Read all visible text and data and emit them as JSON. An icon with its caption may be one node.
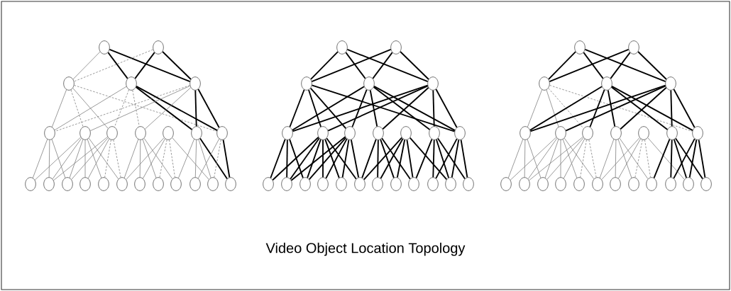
{
  "diagram": {
    "caption": "Video Object Location Topology",
    "nodes": [
      {
        "text": [],
        "shape": "circle"
      },
      {
        "text": [],
        "shape": "circle"
      },
      {
        "text": [],
        "shape": "circle"
      },
      {
        "text": [],
        "shape": "circle"
      },
      {
        "text": [],
        "shape": "circle"
      },
      {
        "text": [],
        "shape": "circle"
      },
      {
        "text": [],
        "shape": "circle"
      },
      {
        "text": [],
        "shape": "circle"
      },
      {
        "text": [],
        "shape": "circle"
      },
      {
        "text": [],
        "shape": "circle"
      },
      {
        "text": [],
        "shape": "circle"
      },
      {
        "text": [],
        "shape": "circle"
      },
      {
        "text": [],
        "shape": "circle"
      },
      {
        "text": [],
        "shape": "circle"
      },
      {
        "text": [],
        "shape": "circle"
      },
      {
        "text": [],
        "shape": "circle"
      },
      {
        "text": [],
        "shape": "circle"
      },
      {
        "text": [],
        "shape": "circle"
      },
      {
        "text": [],
        "shape": "circle"
      },
      {
        "text": [],
        "shape": "circle"
      },
      {
        "text": [],
        "shape": "circle"
      },
      {
        "text": [],
        "shape": "circle"
      },
      {
        "text": [],
        "shape": "circle"
      },
      {
        "text": [],
        "shape": "circle"
      },
      {
        "text": [],
        "shape": "circle"
      },
      {
        "text": [],
        "shape": "circle"
      },
      {
        "text": [],
        "shape": "circle"
      },
      {
        "text": [],
        "shape": "circle"
      },
      {
        "text": [],
        "shape": "circle"
      },
      {
        "text": [],
        "shape": "circle"
      },
      {
        "text": [],
        "shape": "circle"
      },
      {
        "text": [],
        "shape": "circle"
      },
      {
        "text": [],
        "shape": "circle"
      },
      {
        "text": [],
        "shape": "circle"
      },
      {
        "text": [],
        "shape": "circle"
      },
      {
        "text": [],
        "shape": "circle"
      },
      {
        "text": [],
        "shape": "circle"
      },
      {
        "text": [],
        "shape": "circle"
      },
      {
        "text": [],
        "shape": "circle"
      },
      {
        "text": [],
        "shape": "circle"
      },
      {
        "text": [],
        "shape": "circle"
      },
      {
        "text": [],
        "shape": "circle"
      },
      {
        "text": [],
        "shape": "circle"
      },
      {
        "text": [],
        "shape": "circle"
      },
      {
        "text": [],
        "shape": "circle"
      },
      {
        "text": [],
        "shape": "circle"
      },
      {
        "text": [],
        "shape": "circle"
      },
      {
        "text": [],
        "shape": "circle"
      },
      {
        "text": [],
        "shape": "circle"
      },
      {
        "text": [],
        "shape": "circle"
      },
      {
        "text": [],
        "shape": "circle"
      },
      {
        "text": [],
        "shape": "circle"
      },
      {
        "text": [],
        "shape": "circle"
      },
      {
        "text": [],
        "shape": "circle"
      },
      {
        "text": [],
        "shape": "circle"
      },
      {
        "text": [],
        "shape": "circle"
      },
      {
        "text": [],
        "shape": "circle"
      },
      {
        "text": [],
        "shape": "circle"
      },
      {
        "text": [],
        "shape": "circle"
      },
      {
        "text": [],
        "shape": "circle"
      },
      {
        "text": [],
        "shape": "circle"
      },
      {
        "text": [],
        "shape": "circle"
      },
      {
        "text": [],
        "shape": "circle"
      },
      {
        "text": [],
        "shape": "circle"
      },
      {
        "text": [],
        "shape": "circle"
      },
      {
        "text": [],
        "shape": "circle"
      },
      {
        "text": [],
        "shape": "circle"
      },
      {
        "text": [],
        "shape": "circle"
      },
      {
        "text": [],
        "shape": "circle"
      },
      {
        "text": [],
        "shape": "circle"
      },
      {
        "text": [],
        "shape": "circle"
      },
      {
        "text": [],
        "shape": "circle"
      }
    ],
    "edges": [
      {
        "from": 0,
        "to": 2,
        "arrow": "none",
        "color": "#808080"
      },
      {
        "from": 0,
        "to": 3,
        "arrow": "none"
      },
      {
        "from": 0,
        "to": 4,
        "arrow": "none"
      },
      {
        "from": 1,
        "to": 2,
        "arrow": "none",
        "style": "dashed",
        "color": "#808080"
      },
      {
        "from": 1,
        "to": 3,
        "arrow": "none"
      },
      {
        "from": 1,
        "to": 4,
        "arrow": "none"
      },
      {
        "from": 2,
        "to": 5,
        "arrow": "none",
        "color": "#808080"
      },
      {
        "from": 2,
        "to": 6,
        "arrow": "none",
        "style": "dashed",
        "color": "#808080"
      },
      {
        "from": 2,
        "to": 7,
        "arrow": "none",
        "color": "#808080"
      },
      {
        "from": 2,
        "to": 11,
        "arrow": "none",
        "style": "dashed",
        "color": "#808080"
      },
      {
        "from": 3,
        "to": 5,
        "arrow": "none",
        "color": "#808080"
      },
      {
        "from": 3,
        "to": 7,
        "arrow": "none",
        "style": "dashed",
        "color": "#808080"
      },
      {
        "from": 3,
        "to": 8,
        "arrow": "none",
        "style": "dashed",
        "color": "#808080"
      },
      {
        "from": 3,
        "to": 10,
        "arrow": "none"
      },
      {
        "from": 3,
        "to": 11,
        "arrow": "none"
      },
      {
        "from": 4,
        "to": 5,
        "arrow": "none",
        "style": "dashed",
        "color": "#808080"
      },
      {
        "from": 4,
        "to": 6,
        "arrow": "none",
        "color": "#808080"
      },
      {
        "from": 4,
        "to": 8,
        "arrow": "none",
        "color": "#808080"
      },
      {
        "from": 4,
        "to": 10,
        "arrow": "none"
      },
      {
        "from": 4,
        "to": 11,
        "arrow": "none"
      },
      {
        "from": 5,
        "to": 12,
        "arrow": "none",
        "color": "#808080"
      },
      {
        "from": 5,
        "to": 13,
        "arrow": "none",
        "color": "#808080"
      },
      {
        "from": 5,
        "to": 14,
        "arrow": "none",
        "color": "#808080"
      },
      {
        "from": 6,
        "to": 12,
        "arrow": "none",
        "color": "#808080"
      },
      {
        "from": 6,
        "to": 13,
        "arrow": "none",
        "color": "#808080"
      },
      {
        "from": 6,
        "to": 14,
        "arrow": "none",
        "color": "#808080"
      },
      {
        "from": 6,
        "to": 15,
        "arrow": "none",
        "color": "#808080"
      },
      {
        "from": 6,
        "to": 16,
        "arrow": "none",
        "color": "#808080"
      },
      {
        "from": 6,
        "to": 17,
        "arrow": "none",
        "color": "#808080"
      },
      {
        "from": 7,
        "to": 13,
        "arrow": "none",
        "color": "#808080"
      },
      {
        "from": 7,
        "to": 14,
        "arrow": "none",
        "color": "#808080"
      },
      {
        "from": 7,
        "to": 15,
        "arrow": "none",
        "color": "#808080"
      },
      {
        "from": 7,
        "to": 16,
        "arrow": "none",
        "style": "dashed",
        "color": "#808080"
      },
      {
        "from": 7,
        "to": 17,
        "arrow": "none",
        "style": "dashed",
        "color": "#808080"
      },
      {
        "from": 8,
        "to": 17,
        "arrow": "none",
        "color": "#808080"
      },
      {
        "from": 8,
        "to": 18,
        "arrow": "none",
        "color": "#808080"
      },
      {
        "from": 8,
        "to": 19,
        "arrow": "none",
        "color": "#808080"
      },
      {
        "from": 8,
        "to": 20,
        "arrow": "none",
        "color": "#808080"
      },
      {
        "from": 9,
        "to": 17,
        "arrow": "none",
        "color": "#808080"
      },
      {
        "from": 9,
        "to": 18,
        "arrow": "none",
        "color": "#808080"
      },
      {
        "from": 9,
        "to": 19,
        "arrow": "none",
        "style": "dashed",
        "color": "#808080"
      },
      {
        "from": 9,
        "to": 20,
        "arrow": "none",
        "style": "dashed",
        "color": "#808080"
      },
      {
        "from": 9,
        "to": 22,
        "arrow": "none",
        "color": "#808080"
      },
      {
        "from": 10,
        "to": 20,
        "arrow": "none",
        "color": "#808080"
      },
      {
        "from": 10,
        "to": 21,
        "arrow": "none",
        "color": "#808080"
      },
      {
        "from": 10,
        "to": 22,
        "arrow": "none",
        "color": "#808080"
      },
      {
        "from": 10,
        "to": 23,
        "arrow": "none"
      },
      {
        "from": 11,
        "to": 21,
        "arrow": "none",
        "color": "#808080"
      },
      {
        "from": 11,
        "to": 22,
        "arrow": "none",
        "style": "dashed",
        "color": "#808080"
      },
      {
        "from": 11,
        "to": 23,
        "arrow": "none"
      },
      {
        "from": 24,
        "to": 26,
        "arrow": "none"
      },
      {
        "from": 24,
        "to": 27,
        "arrow": "none"
      },
      {
        "from": 24,
        "to": 28,
        "arrow": "none"
      },
      {
        "from": 25,
        "to": 26,
        "arrow": "none"
      },
      {
        "from": 25,
        "to": 27,
        "arrow": "none"
      },
      {
        "from": 25,
        "to": 28,
        "arrow": "none"
      },
      {
        "from": 26,
        "to": 29,
        "arrow": "none"
      },
      {
        "from": 26,
        "to": 30,
        "arrow": "none"
      },
      {
        "from": 26,
        "to": 31,
        "arrow": "none"
      },
      {
        "from": 26,
        "to": 35,
        "arrow": "none"
      },
      {
        "from": 27,
        "to": 29,
        "arrow": "none"
      },
      {
        "from": 27,
        "to": 31,
        "arrow": "none"
      },
      {
        "from": 27,
        "to": 32,
        "arrow": "none"
      },
      {
        "from": 27,
        "to": 34,
        "arrow": "none"
      },
      {
        "from": 27,
        "to": 35,
        "arrow": "none"
      },
      {
        "from": 28,
        "to": 29,
        "arrow": "none"
      },
      {
        "from": 28,
        "to": 30,
        "arrow": "none"
      },
      {
        "from": 28,
        "to": 32,
        "arrow": "none"
      },
      {
        "from": 28,
        "to": 34,
        "arrow": "none"
      },
      {
        "from": 28,
        "to": 35,
        "arrow": "none"
      },
      {
        "from": 29,
        "to": 36,
        "arrow": "none"
      },
      {
        "from": 29,
        "to": 37,
        "arrow": "none"
      },
      {
        "from": 29,
        "to": 38,
        "arrow": "none"
      },
      {
        "from": 30,
        "to": 36,
        "arrow": "none"
      },
      {
        "from": 30,
        "to": 37,
        "arrow": "none"
      },
      {
        "from": 30,
        "to": 38,
        "arrow": "none"
      },
      {
        "from": 30,
        "to": 39,
        "arrow": "none"
      },
      {
        "from": 30,
        "to": 40,
        "arrow": "none"
      },
      {
        "from": 30,
        "to": 41,
        "arrow": "none"
      },
      {
        "from": 31,
        "to": 37,
        "arrow": "none"
      },
      {
        "from": 31,
        "to": 38,
        "arrow": "none"
      },
      {
        "from": 31,
        "to": 39,
        "arrow": "none"
      },
      {
        "from": 31,
        "to": 40,
        "arrow": "none"
      },
      {
        "from": 31,
        "to": 41,
        "arrow": "none"
      },
      {
        "from": 32,
        "to": 41,
        "arrow": "none"
      },
      {
        "from": 32,
        "to": 42,
        "arrow": "none"
      },
      {
        "from": 32,
        "to": 43,
        "arrow": "none"
      },
      {
        "from": 32,
        "to": 44,
        "arrow": "none"
      },
      {
        "from": 33,
        "to": 41,
        "arrow": "none"
      },
      {
        "from": 33,
        "to": 42,
        "arrow": "none"
      },
      {
        "from": 33,
        "to": 43,
        "arrow": "none"
      },
      {
        "from": 33,
        "to": 44,
        "arrow": "none"
      },
      {
        "from": 33,
        "to": 46,
        "arrow": "none"
      },
      {
        "from": 34,
        "to": 44,
        "arrow": "none"
      },
      {
        "from": 34,
        "to": 45,
        "arrow": "none"
      },
      {
        "from": 34,
        "to": 46,
        "arrow": "none"
      },
      {
        "from": 34,
        "to": 47,
        "arrow": "none"
      },
      {
        "from": 35,
        "to": 45,
        "arrow": "none"
      },
      {
        "from": 35,
        "to": 46,
        "arrow": "none"
      },
      {
        "from": 35,
        "to": 47,
        "arrow": "none"
      },
      {
        "from": 48,
        "to": 50,
        "arrow": "none"
      },
      {
        "from": 48,
        "to": 51,
        "arrow": "none"
      },
      {
        "from": 48,
        "to": 52,
        "arrow": "none"
      },
      {
        "from": 49,
        "to": 50,
        "arrow": "none"
      },
      {
        "from": 49,
        "to": 51,
        "arrow": "none"
      },
      {
        "from": 49,
        "to": 52,
        "arrow": "none"
      },
      {
        "from": 50,
        "to": 53,
        "arrow": "none",
        "color": "#808080"
      },
      {
        "from": 50,
        "to": 54,
        "arrow": "none",
        "color": "#808080"
      },
      {
        "from": 50,
        "to": 55,
        "arrow": "none",
        "style": "dashed",
        "color": "#808080"
      },
      {
        "from": 50,
        "to": 59,
        "arrow": "none",
        "style": "dashed",
        "color": "#808080"
      },
      {
        "from": 51,
        "to": 53,
        "arrow": "none"
      },
      {
        "from": 51,
        "to": 55,
        "arrow": "none"
      },
      {
        "from": 51,
        "to": 56,
        "arrow": "none"
      },
      {
        "from": 51,
        "to": 58,
        "arrow": "none"
      },
      {
        "from": 51,
        "to": 59,
        "arrow": "none"
      },
      {
        "from": 52,
        "to": 53,
        "arrow": "none"
      },
      {
        "from": 52,
        "to": 54,
        "arrow": "none"
      },
      {
        "from": 52,
        "to": 56,
        "arrow": "none"
      },
      {
        "from": 52,
        "to": 58,
        "arrow": "none"
      },
      {
        "from": 52,
        "to": 59,
        "arrow": "none"
      },
      {
        "from": 53,
        "to": 60,
        "arrow": "none",
        "color": "#808080"
      },
      {
        "from": 53,
        "to": 61,
        "arrow": "none",
        "color": "#808080"
      },
      {
        "from": 53,
        "to": 62,
        "arrow": "none",
        "color": "#808080"
      },
      {
        "from": 54,
        "to": 60,
        "arrow": "none",
        "color": "#808080"
      },
      {
        "from": 54,
        "to": 61,
        "arrow": "none",
        "color": "#808080"
      },
      {
        "from": 54,
        "to": 62,
        "arrow": "none",
        "color": "#808080"
      },
      {
        "from": 54,
        "to": 63,
        "arrow": "none",
        "color": "#808080"
      },
      {
        "from": 54,
        "to": 64,
        "arrow": "none",
        "color": "#808080"
      },
      {
        "from": 54,
        "to": 65,
        "arrow": "none",
        "color": "#808080"
      },
      {
        "from": 55,
        "to": 61,
        "arrow": "none",
        "color": "#808080"
      },
      {
        "from": 55,
        "to": 62,
        "arrow": "none",
        "color": "#808080"
      },
      {
        "from": 55,
        "to": 63,
        "arrow": "none",
        "color": "#808080"
      },
      {
        "from": 55,
        "to": 64,
        "arrow": "none",
        "style": "dashed",
        "color": "#808080"
      },
      {
        "from": 55,
        "to": 65,
        "arrow": "none",
        "style": "dashed",
        "color": "#808080"
      },
      {
        "from": 56,
        "to": 65,
        "arrow": "none",
        "color": "#808080"
      },
      {
        "from": 56,
        "to": 66,
        "arrow": "none",
        "color": "#808080"
      },
      {
        "from": 56,
        "to": 67,
        "arrow": "none",
        "color": "#808080"
      },
      {
        "from": 56,
        "to": 68,
        "arrow": "none",
        "color": "#808080"
      },
      {
        "from": 57,
        "to": 65,
        "arrow": "none",
        "color": "#808080"
      },
      {
        "from": 57,
        "to": 66,
        "arrow": "none",
        "color": "#808080"
      },
      {
        "from": 57,
        "to": 67,
        "arrow": "none",
        "style": "dashed",
        "color": "#808080"
      },
      {
        "from": 57,
        "to": 68,
        "arrow": "none",
        "style": "dashed",
        "color": "#808080"
      },
      {
        "from": 57,
        "to": 70,
        "arrow": "none",
        "color": "#808080"
      },
      {
        "from": 58,
        "to": 68,
        "arrow": "none"
      },
      {
        "from": 58,
        "to": 69,
        "arrow": "none"
      },
      {
        "from": 58,
        "to": 70,
        "arrow": "none"
      },
      {
        "from": 58,
        "to": 71,
        "arrow": "none"
      },
      {
        "from": 59,
        "to": 69,
        "arrow": "none"
      },
      {
        "from": 59,
        "to": 70,
        "arrow": "none"
      },
      {
        "from": 59,
        "to": 71,
        "arrow": "none"
      }
    ]
  }
}
